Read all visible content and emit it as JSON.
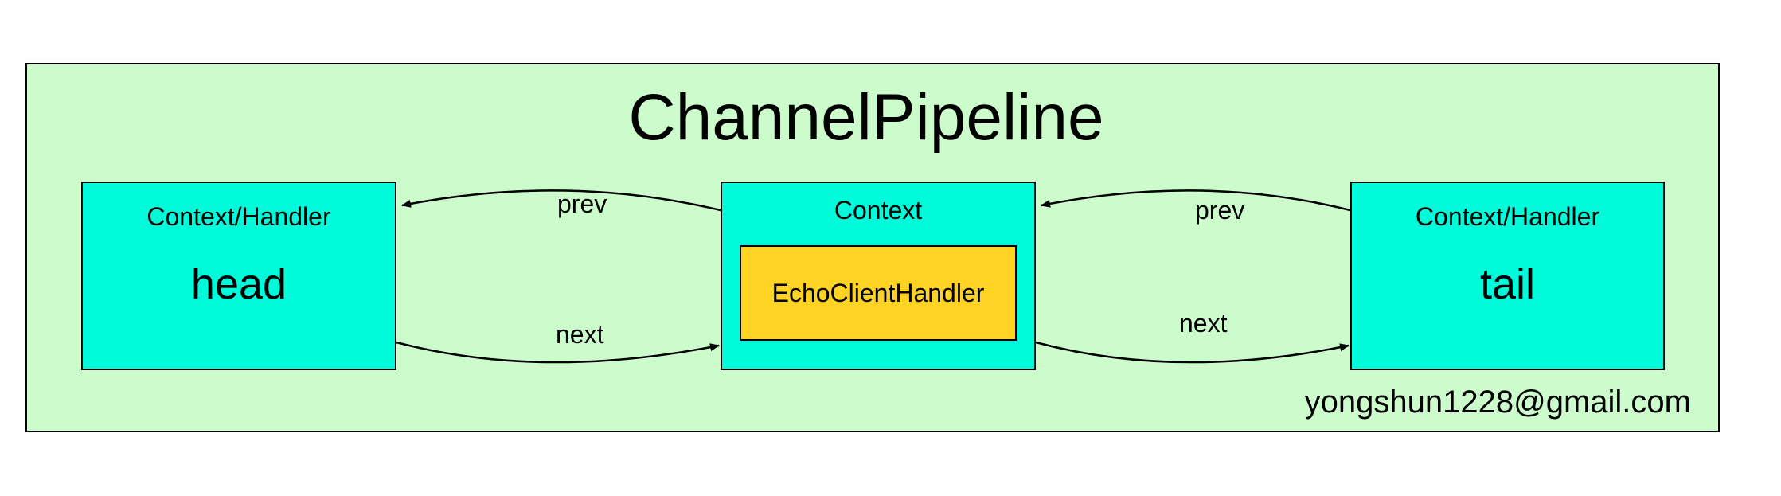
{
  "diagram": {
    "title": "ChannelPipeline",
    "nodes": {
      "head": {
        "caption": "Context/Handler",
        "name": "head"
      },
      "context": {
        "caption": "Context",
        "handler": "EchoClientHandler"
      },
      "tail": {
        "caption": "Context/Handler",
        "name": "tail"
      }
    },
    "edges": {
      "prev_1": "prev",
      "next_1": "next",
      "prev_2": "prev",
      "next_2": "next"
    },
    "footer_email": "yongshun1228@gmail.com",
    "colors": {
      "background": "#cdfccc",
      "node_fill": "#00fbdb",
      "handler_fill": "#ffd324",
      "stroke": "#000000"
    }
  }
}
